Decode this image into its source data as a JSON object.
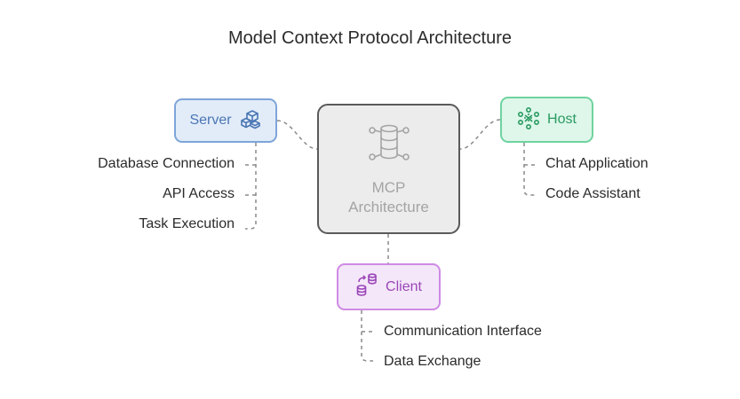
{
  "diagram": {
    "title": "Model Context Protocol Architecture",
    "center": {
      "line1": "MCP",
      "line2": "Architecture",
      "icon": "database-network-icon"
    },
    "server": {
      "label": "Server",
      "icon": "cubes-icon",
      "accent": "#7ea5d8",
      "items": [
        "Database Connection",
        "API Access",
        "Task Execution"
      ]
    },
    "host": {
      "label": "Host",
      "icon": "network-nodes-icon",
      "accent": "#6fd3a0",
      "items": [
        "Chat Application",
        "Code Assistant"
      ]
    },
    "client": {
      "label": "Client",
      "icon": "data-transfer-icon",
      "accent": "#cf8ae5",
      "items": [
        "Communication Interface",
        "Data Exchange"
      ]
    }
  }
}
